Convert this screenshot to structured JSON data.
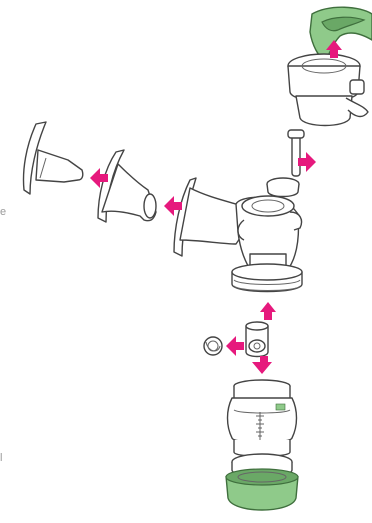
{
  "figure": {
    "edge_fragments": [
      "e",
      "l"
    ],
    "colors": {
      "arrow": "#e6197d",
      "accent_green": "#8fca8a",
      "outline": "#444444",
      "background": "#ffffff"
    },
    "parts": [
      "lid-cap",
      "valve-housing",
      "piston-stem",
      "breast-shield-outer",
      "breast-shield-insert",
      "pump-body",
      "connector-ring",
      "small-valve",
      "valve-ring",
      "bottle",
      "bottle-collar",
      "bottle-base"
    ],
    "arrows": [
      {
        "name": "arrow-up-lid",
        "direction": "up"
      },
      {
        "name": "arrow-right-stem",
        "direction": "right"
      },
      {
        "name": "arrow-left-insert",
        "direction": "left"
      },
      {
        "name": "arrow-left-shield",
        "direction": "left"
      },
      {
        "name": "arrow-up-connector",
        "direction": "up"
      },
      {
        "name": "arrow-left-ring",
        "direction": "left"
      },
      {
        "name": "arrow-down-bottle",
        "direction": "down"
      }
    ]
  }
}
